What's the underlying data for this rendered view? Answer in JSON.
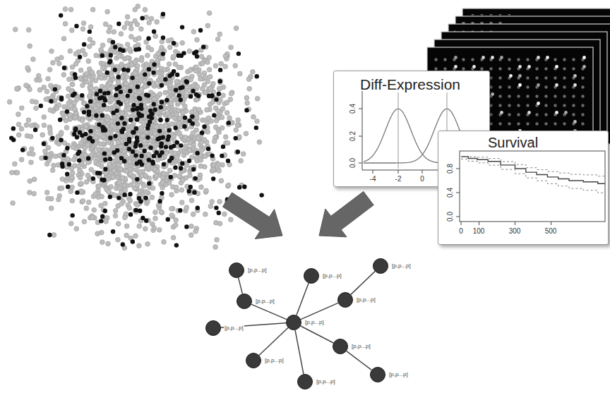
{
  "diagram": {
    "nodes": [
      {
        "text": [
          "Diff-Expression"
        ]
      },
      {
        "text": [
          "Survival"
        ]
      },
      {
        "text": [
          "[p,p...p]"
        ]
      },
      {
        "text": [
          "[p,p...p]"
        ]
      },
      {
        "text": [
          "[p,p...p]"
        ]
      },
      {
        "text": [
          "[p,p...p]"
        ]
      },
      {
        "text": [
          "[p,p...p]"
        ]
      },
      {
        "text": [
          "[p,p...p]"
        ]
      },
      {
        "text": [
          "[p,p...p]"
        ]
      },
      {
        "text": [
          "[p,p...p]"
        ]
      },
      {
        "text": [
          "[p,p...p]"
        ]
      },
      {
        "text": [
          "[p,p...p]"
        ]
      },
      {
        "text": [
          "[p,p...p]"
        ]
      }
    ],
    "edges": [
      {
        "from": 3,
        "to": 5,
        "arrow": "none"
      },
      {
        "from": 5,
        "to": 7,
        "arrow": "none"
      },
      {
        "from": 4,
        "to": 7,
        "arrow": "none"
      },
      {
        "from": 6,
        "to": 7,
        "arrow": "none"
      },
      {
        "from": 2,
        "to": 6,
        "arrow": "none"
      },
      {
        "from": 8,
        "to": 7,
        "arrow": "none"
      },
      {
        "from": 9,
        "to": 7,
        "arrow": "none"
      },
      {
        "from": 10,
        "to": 7,
        "arrow": "none"
      },
      {
        "from": 12,
        "to": 7,
        "arrow": "none"
      },
      {
        "from": 9,
        "to": 11,
        "arrow": "none"
      }
    ],
    "labels": [
      "0.0",
      "0.2",
      "0.4",
      "-4",
      "-2",
      "0",
      "0.0",
      "0.4",
      "0.8",
      "0",
      "100",
      "300",
      "500"
    ]
  }
}
